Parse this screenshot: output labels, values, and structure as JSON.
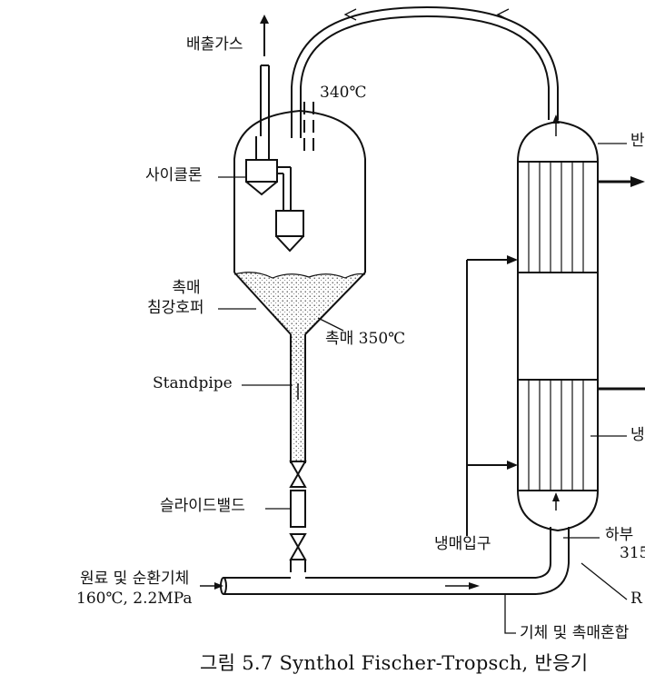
{
  "labels": {
    "exhaust_gas": "배출가스",
    "temp_340": "340℃",
    "cyclone": "사이클론",
    "catalyst_hopper_line1": "촉매",
    "catalyst_hopper_line2": "침강호퍼",
    "catalyst_350": "촉매 350℃",
    "standpipe": "Standpipe",
    "slide_valve": "슬라이드밸드",
    "feed_line1": "원료 및 순환기체",
    "feed_line2": "160℃, 2.2MPa",
    "coolant_inlet": "냉매입구",
    "right_top": "반",
    "right_mid": "냉",
    "right_lower": "하부",
    "right_lower_temp": "315",
    "right_bottom": "R",
    "gas_catalyst_mix": "기체 및 촉매혼합"
  },
  "caption": "그림 5.7  Synthol Fischer-Tropsch, 반응기",
  "colors": {
    "line": "#111111",
    "background": "#ffffff"
  }
}
